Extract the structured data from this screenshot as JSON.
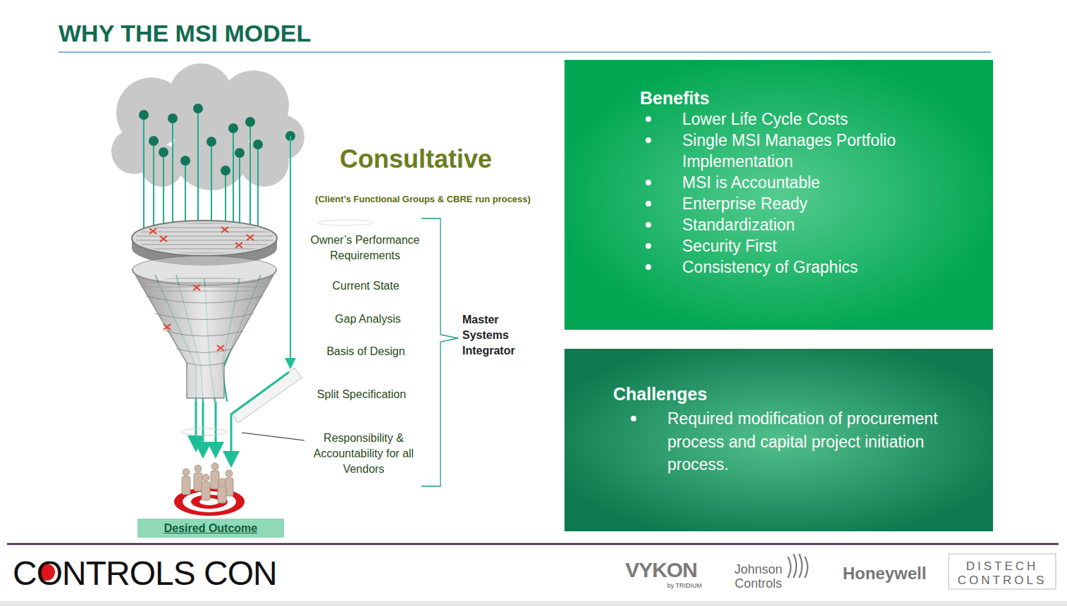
{
  "diagram": {
    "title": "WHY THE MSI MODEL",
    "nodes": [
      {
        "text": [
          "Benefits",
          "Lower Life Cycle Costs",
          "Single MSI Manages Portfolio Implementation",
          "MSI is Accountable",
          "Enterprise Ready",
          "Standardization",
          "Security First",
          "Consistency of Graphics"
        ]
      },
      {
        "text": [
          "Challenges",
          "Required modification of procurement process and capital project initiation process."
        ]
      },
      {
        "text": [
          "Desired Outcome"
        ]
      }
    ],
    "labels": [
      "Consultative",
      "(Client’s Functional Groups & CBRE run process)",
      "Owner’s Performance Requirements",
      "Current State",
      "Gap Analysis",
      "Basis of Design",
      "Split Specification",
      "Responsibility & Accountability for all Vendors",
      "Master Systems Integrator",
      "CONTROLS CON",
      "VYKON",
      "by TRIDIUM",
      "Johnson Controls",
      "Honeywell",
      "DISTECH CONTROLS"
    ]
  }
}
